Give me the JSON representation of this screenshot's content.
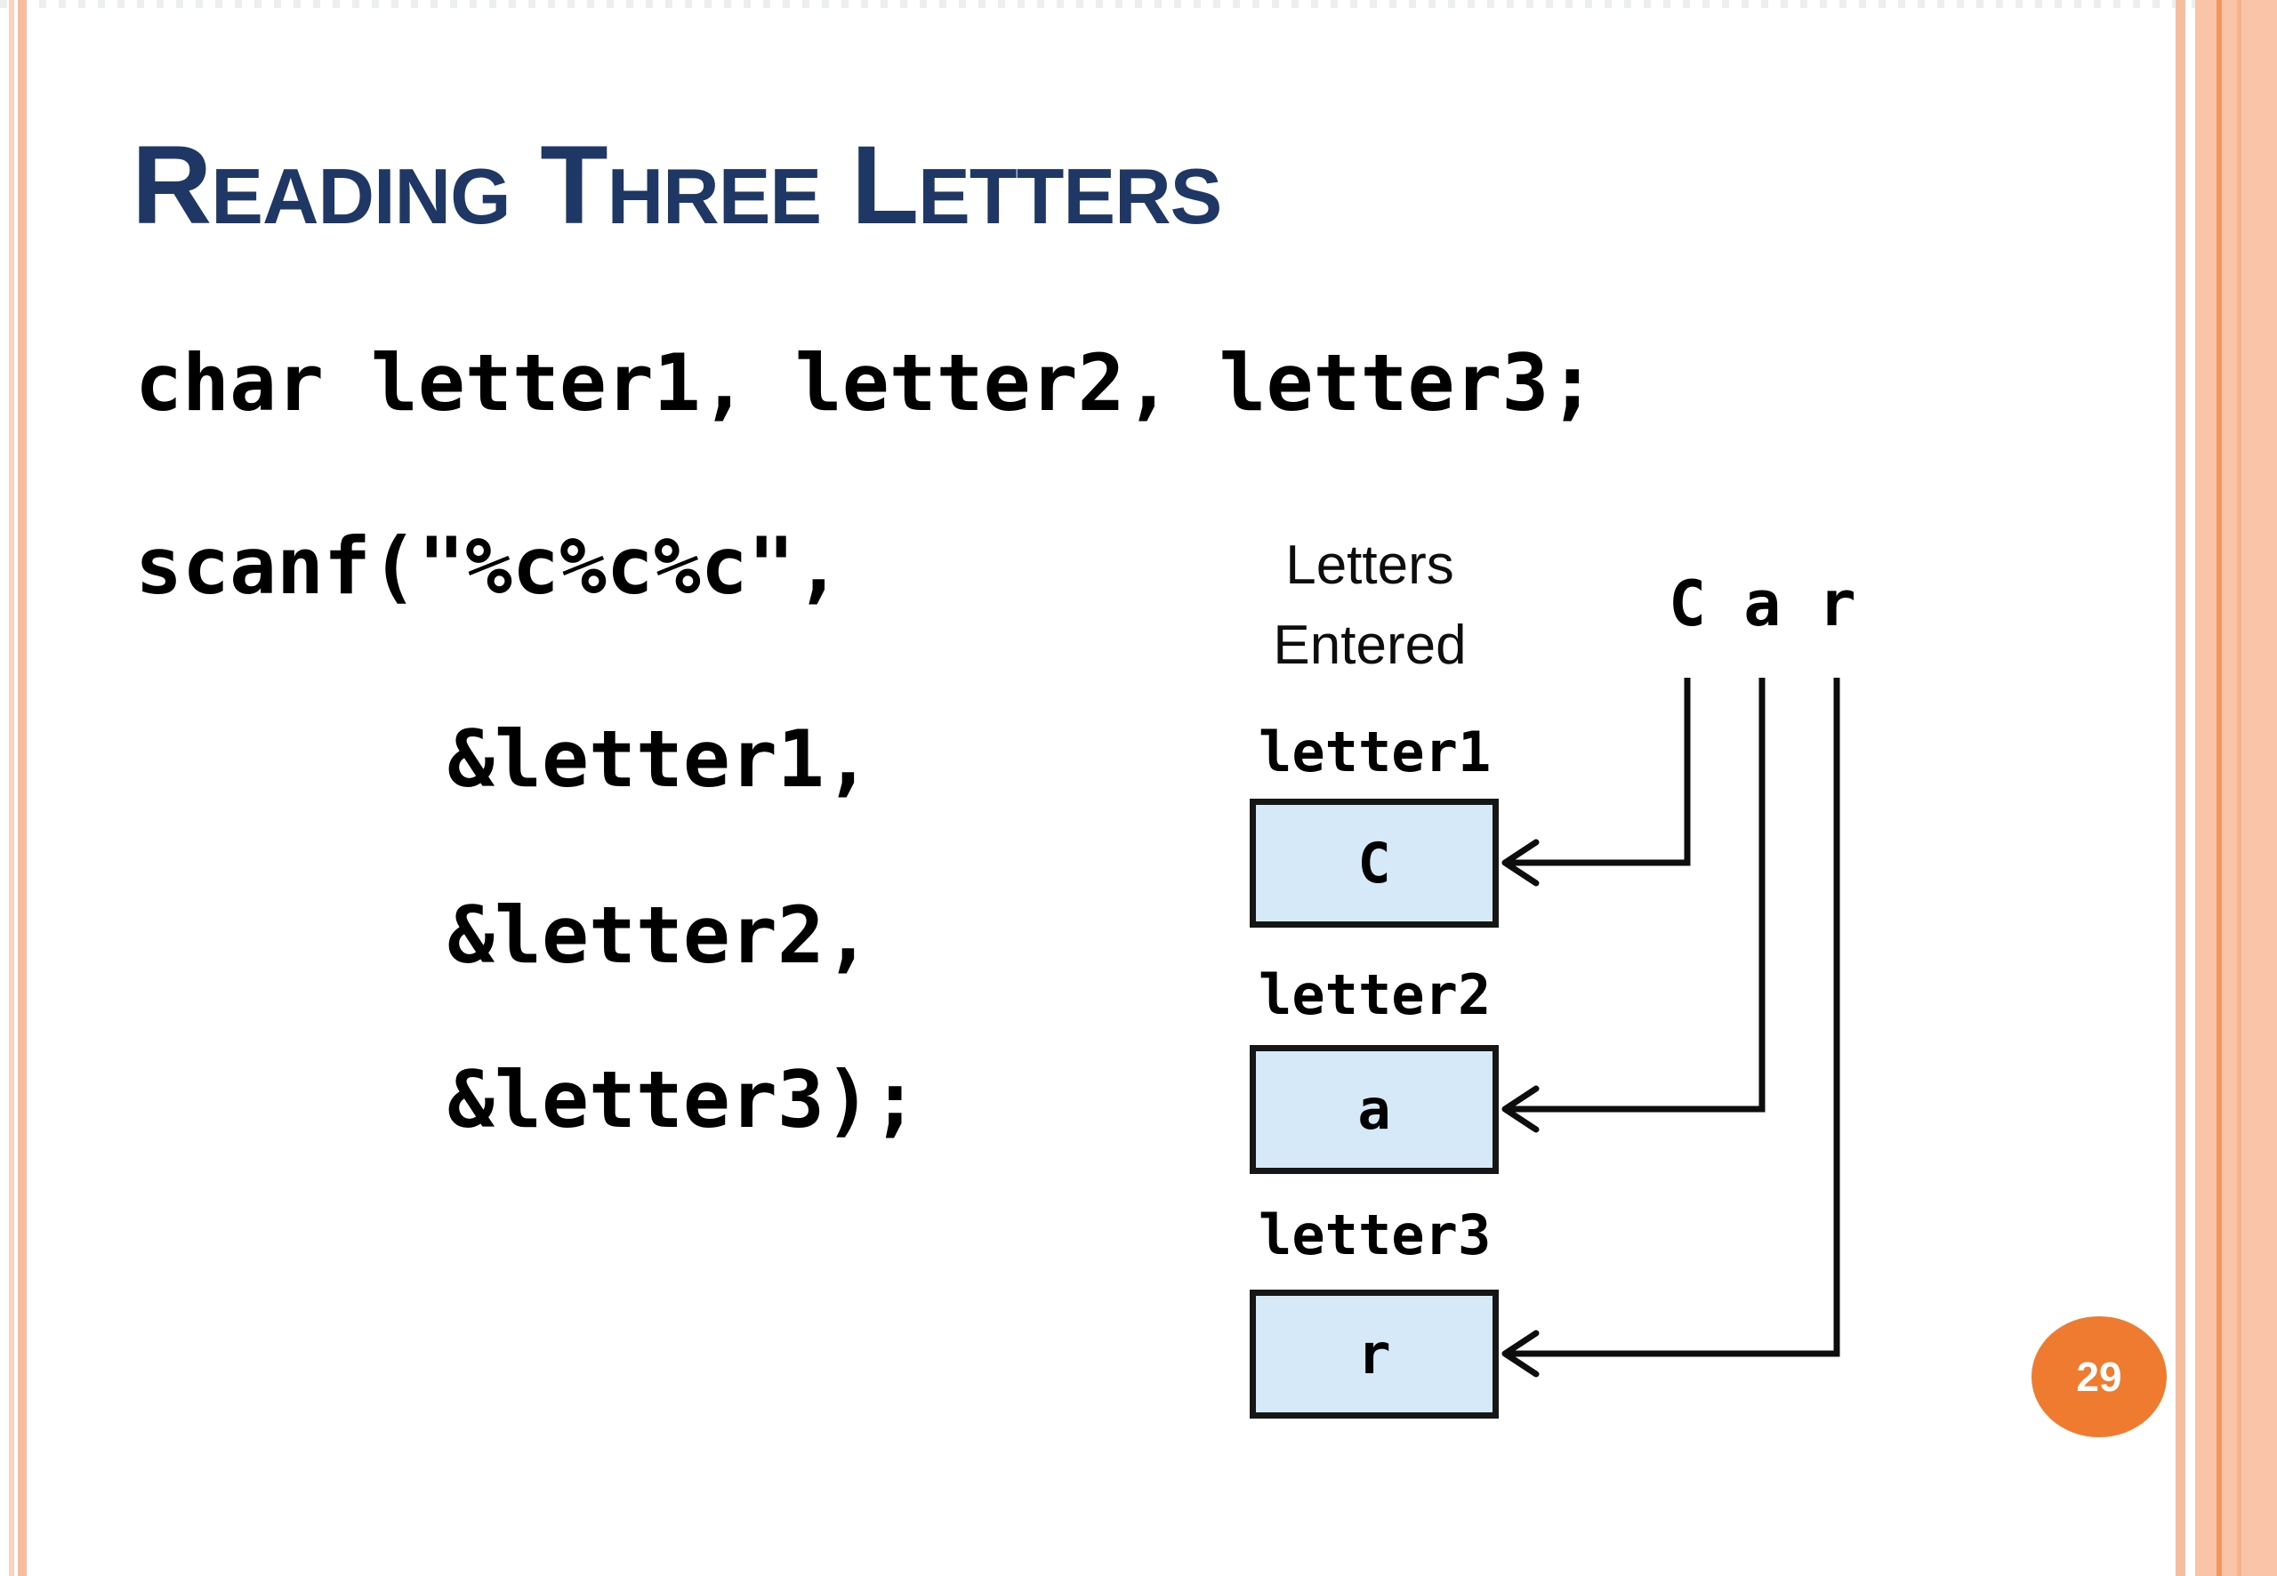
{
  "slide": {
    "title": "Reading Three Letters",
    "page_number": "29",
    "code_lines": [
      "char letter1, letter2, letter3;",
      "scanf(\"%c%c%c\",",
      "&letter1,",
      "&letter2,",
      "&letter3);"
    ],
    "diagram": {
      "input_caption_line1": "Letters",
      "input_caption_line2": "Entered",
      "entered_text": "C a r",
      "cells": [
        {
          "label": "letter1",
          "value": "C"
        },
        {
          "label": "letter2",
          "value": "a"
        },
        {
          "label": "letter3",
          "value": "r"
        }
      ]
    },
    "colors": {
      "title": "#1E3765",
      "ink": "#0D0D0D",
      "accent_orange": "#EF7B30",
      "box_fill": "#D6E9F8",
      "stripe_peach": "#F8BC9F",
      "stripe_light": "#FBD3BE",
      "band_peach": "#FAC4A8",
      "band_line": "#F0985F"
    }
  }
}
